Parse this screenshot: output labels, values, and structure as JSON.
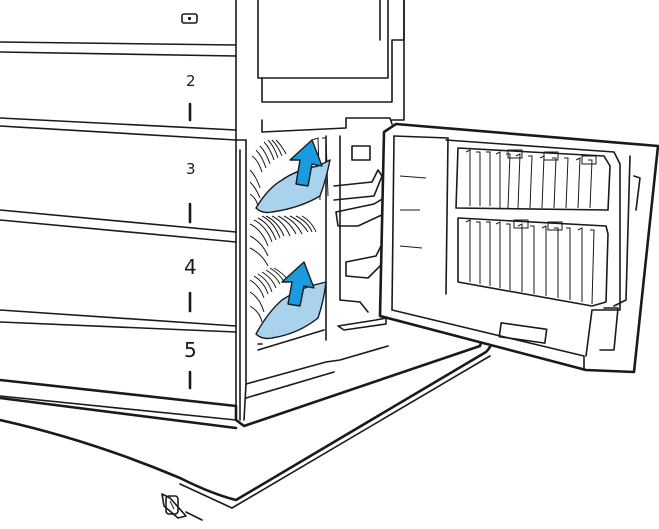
{
  "figure": {
    "tray_labels": [
      "2",
      "3",
      "4",
      "5"
    ],
    "colors": {
      "arrow": "#1a9be0",
      "paper": "#a9d2ec",
      "outline": "#1a1a1a",
      "background": "#ffffff"
    },
    "icons": [
      "jam-removal-arrow-icon",
      "printer-power-button-icon",
      "caster-wheel-icon"
    ]
  }
}
